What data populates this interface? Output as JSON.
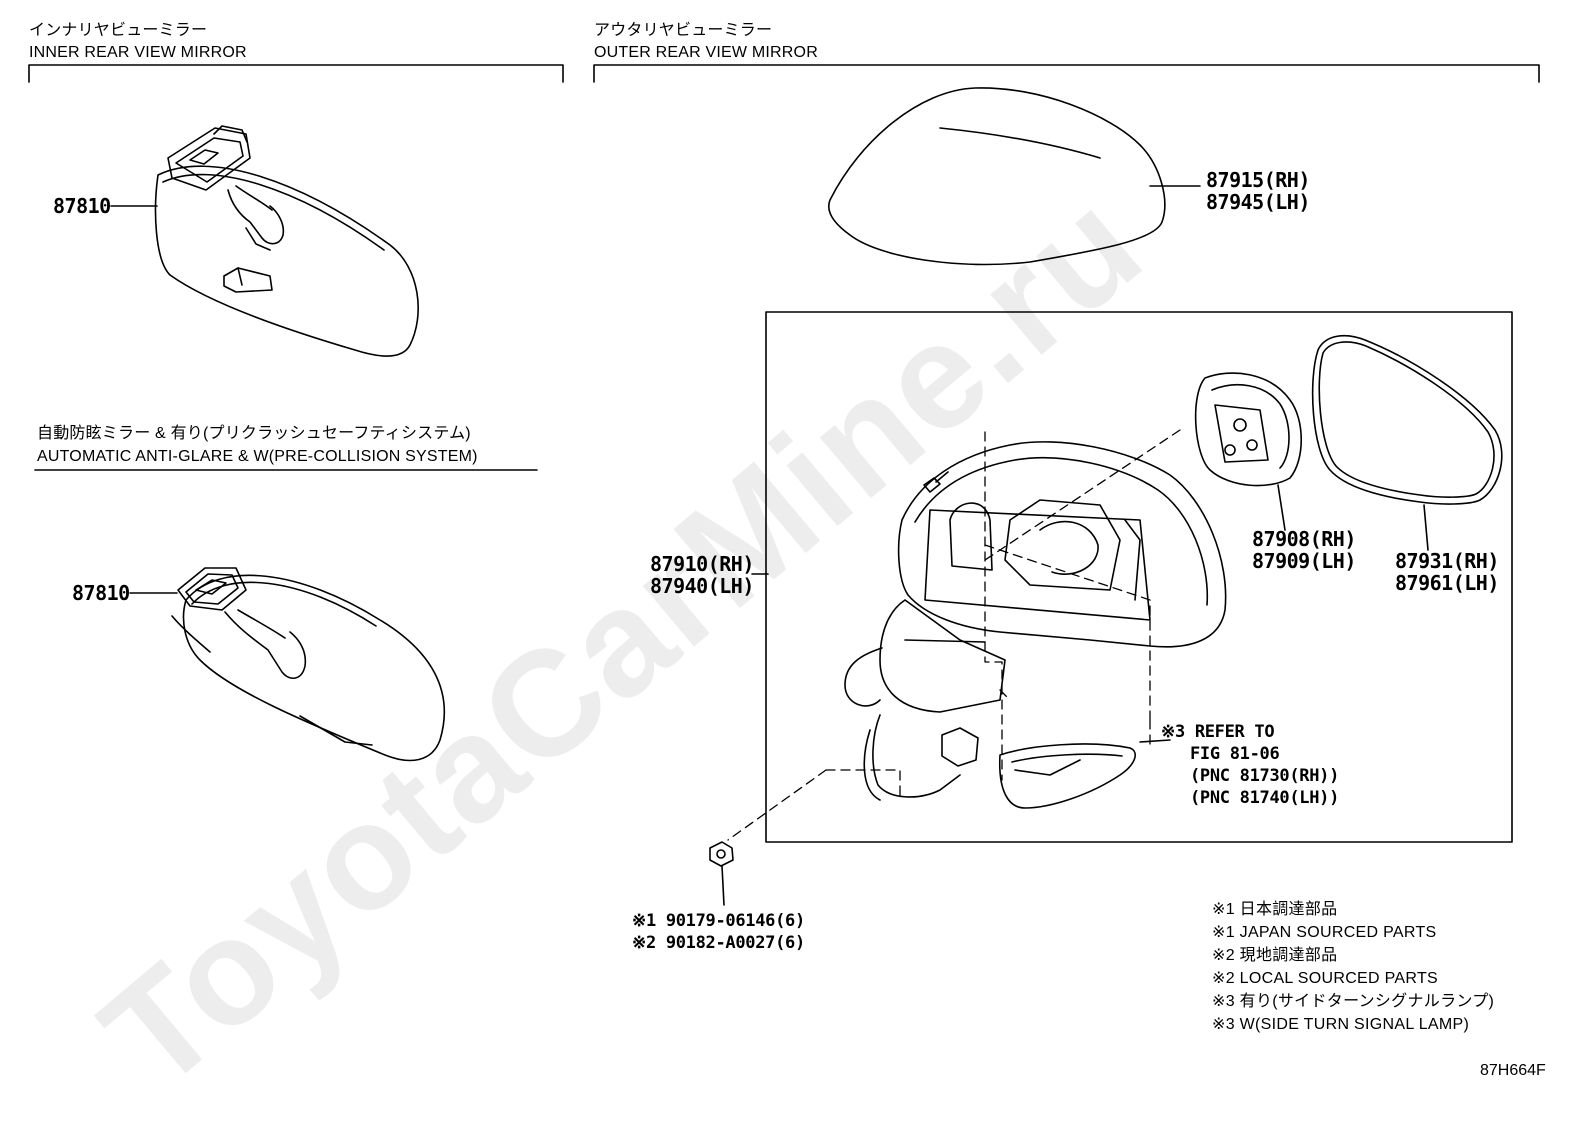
{
  "watermark": "ToyotaCarMine.ru",
  "inner": {
    "header_jp": "インナリヤビューミラー",
    "header_en": "INNER REAR VIEW MIRROR",
    "part_top": "87810",
    "sub_jp": "自動防眩ミラー & 有り(プリクラッシュセーフティシステム)",
    "sub_en": "AUTOMATIC ANTI-GLARE & W(PRE-COLLISION SYSTEM)",
    "part_bottom": "87810"
  },
  "outer": {
    "header_jp": "アウタリヤビューミラー",
    "header_en": "OUTER REAR VIEW MIRROR",
    "cover": [
      "87915(RH)",
      "87945(LH)"
    ],
    "assembly": [
      "87910(RH)",
      "87940(LH)"
    ],
    "actuator": [
      "87908(RH)",
      "87909(LH)"
    ],
    "glass": [
      "87931(RH)",
      "87961(LH)"
    ],
    "refer": [
      "※3 REFER TO",
      "FIG 81-06",
      "(PNC 81730(RH))",
      "(PNC 81740(LH))"
    ],
    "nut": [
      "※1 90179-06146(6)",
      "※2 90182-A0027(6)"
    ]
  },
  "notes": [
    "※1 日本調達部品",
    "※1 JAPAN SOURCED PARTS",
    "※2 現地調達部品",
    "※2 LOCAL SOURCED PARTS",
    "※3 有り(サイドターンシグナルランプ)",
    "※3 W(SIDE TURN SIGNAL LAMP)"
  ],
  "figure_code": "87H664F"
}
